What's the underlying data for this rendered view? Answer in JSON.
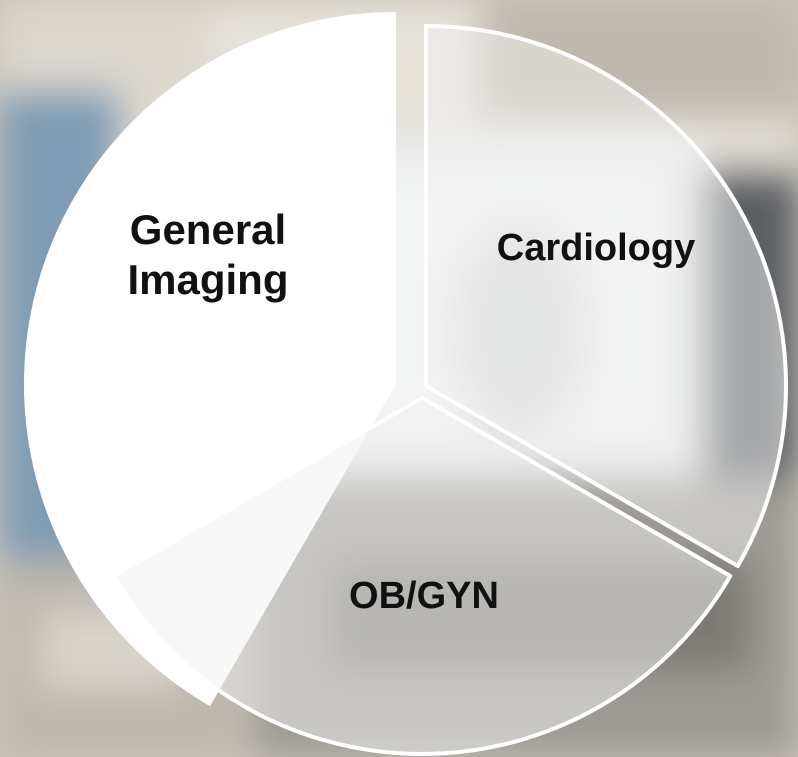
{
  "segments": [
    {
      "label_lines": [
        "General",
        "Imaging"
      ],
      "fill": "#ffffff",
      "highlighted": true
    },
    {
      "label_lines": [
        "Cardiology"
      ],
      "fill": "#f2f2f2",
      "highlighted": false
    },
    {
      "label_lines": [
        "OB/GYN"
      ],
      "fill": "#f2f2f2",
      "highlighted": false
    }
  ],
  "colors": {
    "text": "#111111",
    "segment_border": "#ffffff"
  }
}
